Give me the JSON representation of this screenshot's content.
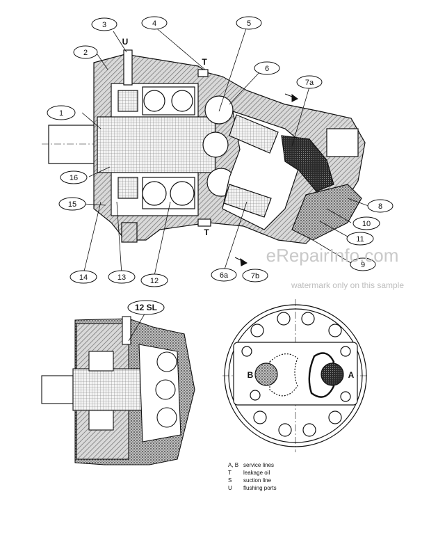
{
  "callouts": [
    {
      "id": "c1",
      "text": "1"
    },
    {
      "id": "c2",
      "text": "2"
    },
    {
      "id": "c3",
      "text": "3"
    },
    {
      "id": "c4",
      "text": "4"
    },
    {
      "id": "c5",
      "text": "5"
    },
    {
      "id": "c6",
      "text": "6"
    },
    {
      "id": "c7a",
      "text": "7a"
    },
    {
      "id": "c8",
      "text": "8"
    },
    {
      "id": "c9",
      "text": "9"
    },
    {
      "id": "c10",
      "text": "10"
    },
    {
      "id": "c11",
      "text": "11"
    },
    {
      "id": "c12",
      "text": "12"
    },
    {
      "id": "c13",
      "text": "13"
    },
    {
      "id": "c14",
      "text": "14"
    },
    {
      "id": "c15",
      "text": "15"
    },
    {
      "id": "c16",
      "text": "16"
    },
    {
      "id": "c6a",
      "text": "6a"
    },
    {
      "id": "c7b",
      "text": "7b"
    },
    {
      "id": "c12sl",
      "text": "12 SL"
    }
  ],
  "port_letters": {
    "u": "U",
    "t_top": "T",
    "t_bottom": "T",
    "b": "B",
    "a": "A"
  },
  "watermark": {
    "line1": "eRepairInfo.com",
    "line2": "watermark only on this sample"
  },
  "legend": [
    {
      "key": "A, B",
      "desc": "service lines"
    },
    {
      "key": "T",
      "desc": "leakage oil"
    },
    {
      "key": "S",
      "desc": "suction line"
    },
    {
      "key": "U",
      "desc": "flushing ports"
    }
  ],
  "colors": {
    "ink": "#111111",
    "hatch": "#8a8a8a",
    "stipple": "#4a4a4a",
    "watermark": "#c9c9c9"
  }
}
